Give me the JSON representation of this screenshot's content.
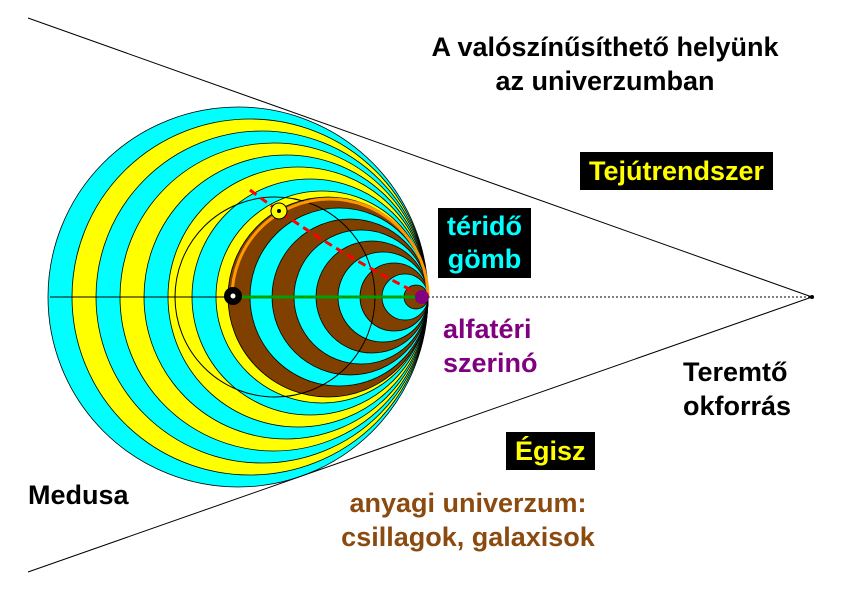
{
  "title": [
    "A valószínűsíthető helyünk",
    "az univerzumban"
  ],
  "labels": {
    "tejutrendszer": "Tejútrendszer",
    "teridogomb": [
      "téridő",
      "gömb"
    ],
    "alfateri": [
      "alfatéri",
      "szerinó"
    ],
    "teremto": [
      "Teremtő",
      "okforrás"
    ],
    "egisz": "Égisz",
    "medusa": "Medusa",
    "anyagi": [
      "anyagi univerzum:",
      "csillagok, galaxisok"
    ]
  },
  "colors": {
    "cyan": "#00ffff",
    "yellow": "#ffff00",
    "brown": "#804000",
    "black": "#000000",
    "red": "#ff0000",
    "green": "#00a000",
    "orange": "#ff9900",
    "purple": "#800080",
    "text_brown": "#8b4a0f"
  }
}
